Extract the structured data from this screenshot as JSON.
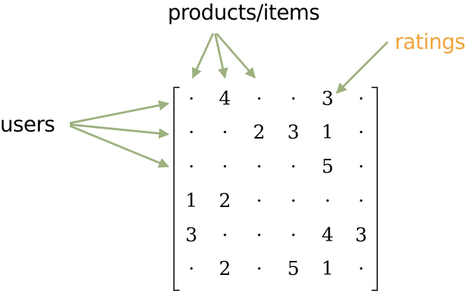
{
  "labels": {
    "products": "products/items",
    "users": "users",
    "ratings": "ratings"
  },
  "colors": {
    "arrow": "#9db17f",
    "ratings_label": "#f0a43c",
    "text": "#000000"
  },
  "matrix": {
    "rows": [
      [
        "·",
        "4",
        "·",
        "·",
        "3",
        "·"
      ],
      [
        "·",
        "·",
        "2",
        "3",
        "1",
        "·"
      ],
      [
        "·",
        "·",
        "·",
        "·",
        "5",
        "·"
      ],
      [
        "1",
        "2",
        "·",
        "·",
        "·",
        "·"
      ],
      [
        "3",
        "·",
        "·",
        "·",
        "4",
        "3"
      ],
      [
        "·",
        "2",
        "·",
        "5",
        "1",
        "·"
      ]
    ]
  }
}
